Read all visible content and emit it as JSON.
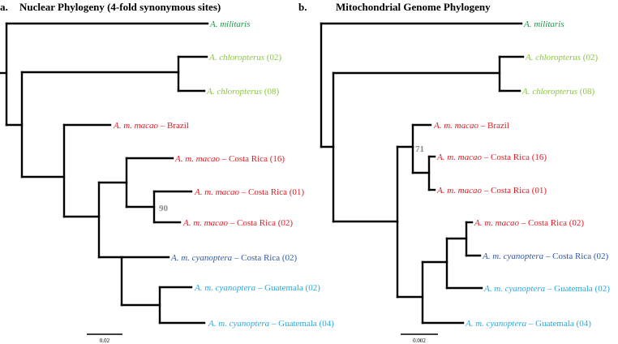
{
  "colors": {
    "militaris": "#1a9a48",
    "chloropterus": "#8cc63f",
    "macao": "#e31b23",
    "cyanoptera_cr": "#2e5aa7",
    "cyanoptera_gt": "#29aae1",
    "bootstrap": "#8a8a8a"
  },
  "panel_a": {
    "label": "a.",
    "title": "Nuclear Phylogeny (4-fold synonymous sites)",
    "bootstrap": "90",
    "scale": "0.02",
    "tips": [
      {
        "species": "A. militaris",
        "location": "",
        "color_key": "militaris"
      },
      {
        "species": "A. chloropterus",
        "location": " (02)",
        "color_key": "chloropterus"
      },
      {
        "species": "A. chloropterus",
        "location": " (08)",
        "color_key": "chloropterus"
      },
      {
        "species": "A. m. macao",
        "location": " – Brazil",
        "color_key": "macao"
      },
      {
        "species": "A. m. macao",
        "location": " – Costa Rica (16)",
        "color_key": "macao"
      },
      {
        "species": "A. m. macao",
        "location": " – Costa Rica (01)",
        "color_key": "macao"
      },
      {
        "species": "A. m. macao",
        "location": " – Costa Rica (02)",
        "color_key": "macao"
      },
      {
        "species": "A. m. cyanoptera",
        "location": " – Costa Rica (02)",
        "color_key": "cyanoptera_cr"
      },
      {
        "species": "A. m. cyanoptera",
        "location": " – Guatemala (02)",
        "color_key": "cyanoptera_gt"
      },
      {
        "species": "A. m. cyanoptera",
        "location": " – Guatemala (04)",
        "color_key": "cyanoptera_gt"
      }
    ]
  },
  "panel_b": {
    "label": "b.",
    "title": "Mitochondrial Genome Phylogeny",
    "bootstrap": "71",
    "scale": "0.002",
    "tips": [
      {
        "species": "A. militaris",
        "location": "",
        "color_key": "militaris"
      },
      {
        "species": "A. chloropterus",
        "location": " (02)",
        "color_key": "chloropterus"
      },
      {
        "species": "A. chloropterus",
        "location": " (08)",
        "color_key": "chloropterus"
      },
      {
        "species": "A. m. macao",
        "location": " – Brazil",
        "color_key": "macao"
      },
      {
        "species": "A. m. macao",
        "location": " – Costa Rica (16)",
        "color_key": "macao"
      },
      {
        "species": "A. m. macao",
        "location": " – Costa Rica (01)",
        "color_key": "macao"
      },
      {
        "species": "A. m. macao",
        "location": " – Costa Rica (02)",
        "color_key": "macao"
      },
      {
        "species": "A. m. cyanoptera",
        "location": " – Costa Rica (02)",
        "color_key": "cyanoptera_cr"
      },
      {
        "species": "A. m. cyanoptera",
        "location": " – Guatemala (02)",
        "color_key": "cyanoptera_gt"
      },
      {
        "species": "A. m. cyanoptera",
        "location": " – Guatemala (04)",
        "color_key": "cyanoptera_gt"
      }
    ]
  }
}
